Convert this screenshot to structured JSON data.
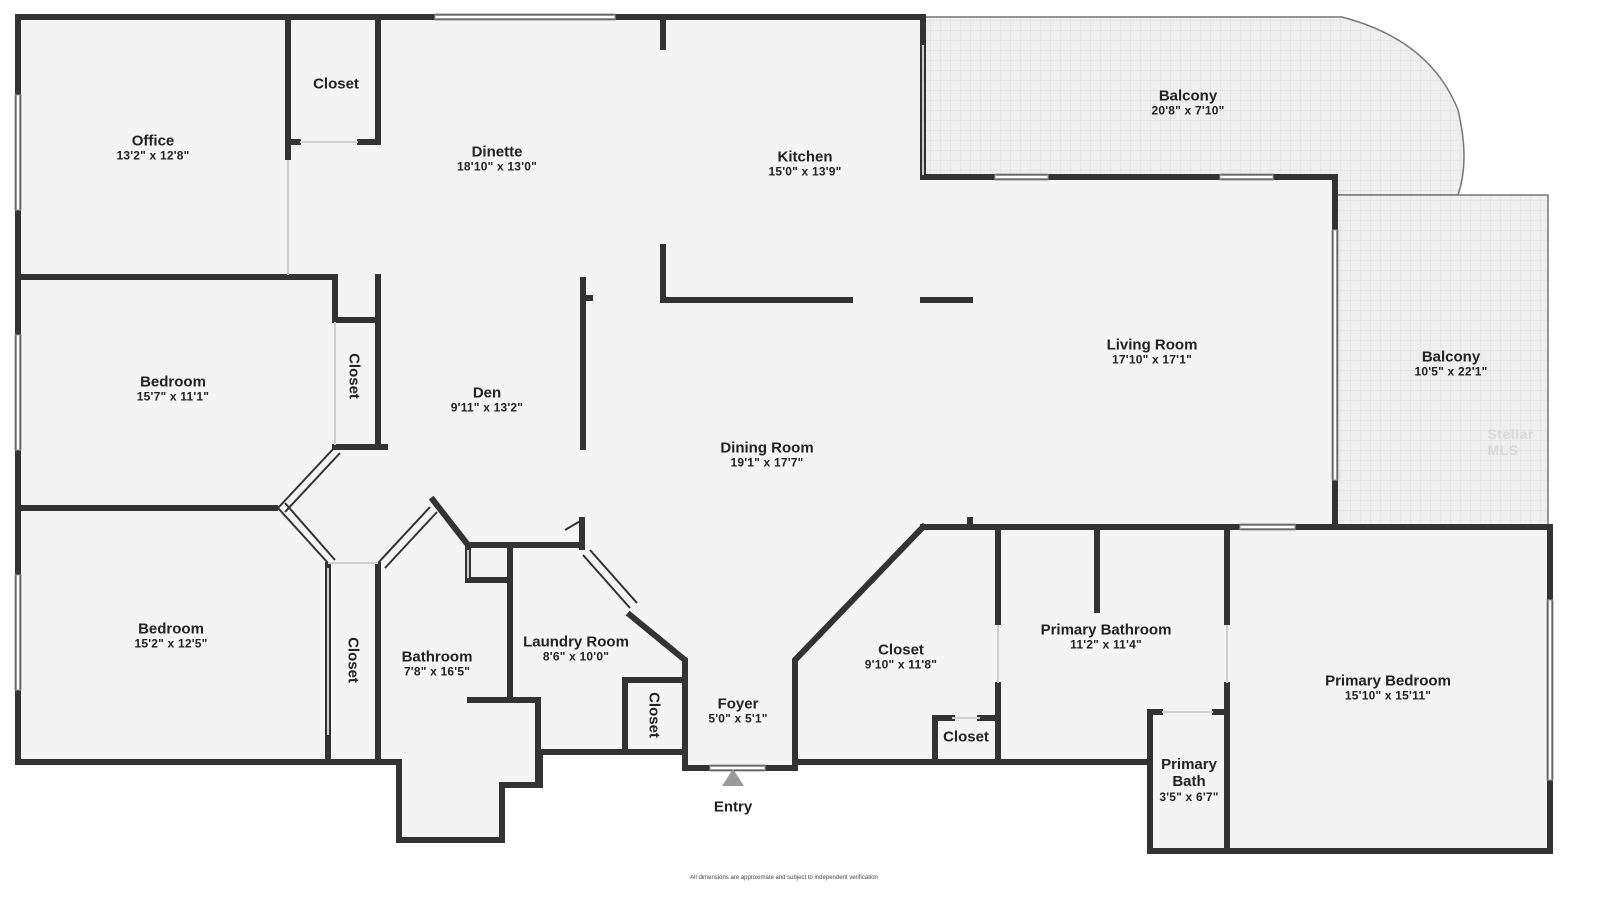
{
  "rooms": [
    {
      "key": "office",
      "name": "Office",
      "dims": "13'2\" x 12'8\""
    },
    {
      "key": "closet_top",
      "name": "Closet",
      "dims": ""
    },
    {
      "key": "dinette",
      "name": "Dinette",
      "dims": "18'10\" x 13'0\""
    },
    {
      "key": "kitchen",
      "name": "Kitchen",
      "dims": "15'0\" x 13'9\""
    },
    {
      "key": "balcony_top",
      "name": "Balcony",
      "dims": "20'8\" x 7'10\""
    },
    {
      "key": "bedroom_1",
      "name": "Bedroom",
      "dims": "15'7\" x 11'1\""
    },
    {
      "key": "closet_bed1",
      "name": "Closet",
      "dims": ""
    },
    {
      "key": "den",
      "name": "Den",
      "dims": "9'11\" x 13'2\""
    },
    {
      "key": "living_room",
      "name": "Living Room",
      "dims": "17'10\" x 17'1\""
    },
    {
      "key": "balcony_right",
      "name": "Balcony",
      "dims": "10'5\" x 22'1\""
    },
    {
      "key": "dining_room",
      "name": "Dining Room",
      "dims": "19'1\" x 17'7\""
    },
    {
      "key": "bedroom_2",
      "name": "Bedroom",
      "dims": "15'2\" x 12'5\""
    },
    {
      "key": "closet_bed2",
      "name": "Closet",
      "dims": ""
    },
    {
      "key": "bathroom",
      "name": "Bathroom",
      "dims": "7'8\" x 16'5\""
    },
    {
      "key": "laundry",
      "name": "Laundry Room",
      "dims": "8'6\" x 10'0\""
    },
    {
      "key": "closet_laundry",
      "name": "Closet",
      "dims": ""
    },
    {
      "key": "foyer",
      "name": "Foyer",
      "dims": "5'0\" x 5'1\""
    },
    {
      "key": "closet_walkin",
      "name": "Closet",
      "dims": "9'10\" x 11'8\""
    },
    {
      "key": "closet_small",
      "name": "Closet",
      "dims": ""
    },
    {
      "key": "primary_bathroom",
      "name": "Primary Bathroom",
      "dims": "11'2\" x 11'4\""
    },
    {
      "key": "primary_bath",
      "name": "Primary Bath",
      "dims": "3'5\" x 6'7\""
    },
    {
      "key": "primary_bedroom",
      "name": "Primary Bedroom",
      "dims": "15'10\" x 15'11\""
    }
  ],
  "entry_label": "Entry",
  "disclaimer": "All dimensions are approximate and subject to independent verification",
  "watermark": "Stellar MLS",
  "colors": {
    "wall": "#333333",
    "floor": "#f4f4f4",
    "balcony": "#ececec",
    "window": "#ffffff",
    "arrow": "#9a9a9a"
  }
}
